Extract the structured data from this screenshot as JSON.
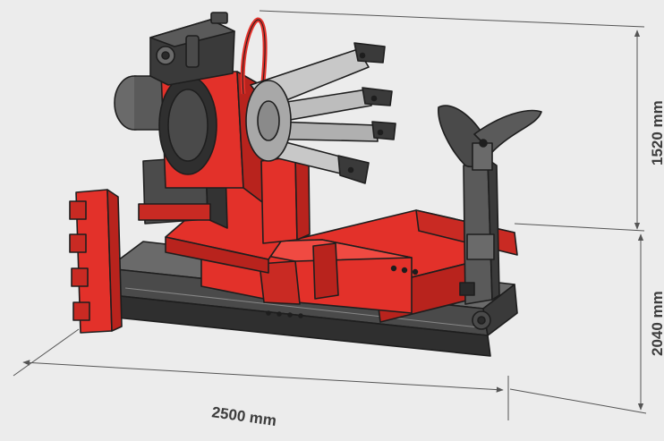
{
  "dimensions": {
    "width": "2500 mm",
    "height_upper": "1520 mm",
    "height_lower": "2040 mm"
  },
  "colors": {
    "background": "#ececec",
    "machine_red": "#e3312a",
    "machine_red_dark": "#b8231d",
    "machine_grey": "#5a5a5a",
    "machine_grey_dark": "#3a3a3a",
    "jaw_silver": "#bdbdbd",
    "outline": "#1e1e1e",
    "dimension_line": "#555555"
  },
  "illustration": {
    "subject": "truck-tyre-changer-machine"
  }
}
